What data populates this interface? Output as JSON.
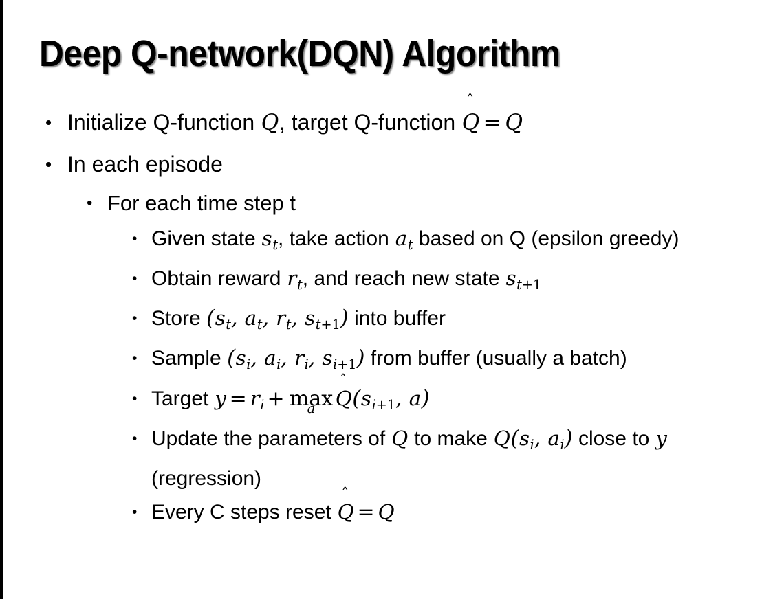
{
  "slide": {
    "title": "Deep Q-network(DQN) Algorithm",
    "background_color": "#ffffff",
    "text_color": "#000000",
    "left_edge_bar_color": "#000000"
  },
  "bullets": {
    "marker": "•",
    "level1": [
      {
        "id": "initialize",
        "parts": [
          {
            "t": "text",
            "v": "Initialize Q-function "
          },
          {
            "t": "mi",
            "v": "Q"
          },
          {
            "t": "text",
            "v": ", target Q-function "
          },
          {
            "t": "mi_hat",
            "v": "Q"
          },
          {
            "t": "mo",
            "v": "="
          },
          {
            "t": "mi",
            "v": "Q"
          }
        ],
        "plain": "Initialize Q-function Q, target Q-function Q̂ = Q"
      },
      {
        "id": "in-each-episode",
        "parts": [
          {
            "t": "text",
            "v": "In each episode"
          }
        ],
        "plain": "In each episode"
      }
    ],
    "level2": [
      {
        "id": "for-each-time-step",
        "parts": [
          {
            "t": "text",
            "v": "For each time step t"
          }
        ],
        "plain": "For each time step t"
      }
    ],
    "level3": [
      {
        "id": "given-state",
        "plain": "Given state s_t, take action a_t based on Q (epsilon greedy)"
      },
      {
        "id": "obtain-reward",
        "plain": "Obtain reward r_t, and reach new state s_{t+1}"
      },
      {
        "id": "store-transition",
        "plain": "Store (s_t, a_t, r_t, s_{t+1}) into buffer"
      },
      {
        "id": "sample-batch",
        "plain": "Sample (s_i, a_i, r_i, s_{i+1}) from buffer (usually a batch)"
      },
      {
        "id": "target-y",
        "plain": "Target y = r_i + max_a Q̂(s_{i+1}, a)"
      },
      {
        "id": "update-parameters",
        "plain": "Update the parameters of Q to make Q(s_i, a_i) close to y (regression)"
      },
      {
        "id": "reset-target-network",
        "plain": "Every C steps reset Q̂ = Q"
      }
    ]
  },
  "text_tokens": {
    "given_state": "Given state ",
    "comma_take_action": ", take action ",
    "based_on_q": " based on Q (epsilon greedy)",
    "obtain_reward": "Obtain reward ",
    "and_reach_new_state": ", and reach new state ",
    "store": "Store ",
    "into_buffer": " into buffer",
    "sample": "Sample ",
    "from_buffer": " from buffer (usually a batch)",
    "target": "Target ",
    "update_the_parameters_of": "Update the parameters of ",
    "to_make": " to make ",
    "close_to": " close to ",
    "regression": " (regression)",
    "every_c_steps_reset": "Every C steps reset ",
    "comma": ", ",
    "open_paren": "(",
    "close_paren": ")"
  },
  "math_symbols": {
    "s": "s",
    "a": "a",
    "r": "r",
    "y": "y",
    "Q": "Q",
    "hat": "̂",
    "hat_glyph": "ˆ",
    "equals": "=",
    "plus": "+",
    "max": "max",
    "sub_t": "t",
    "sub_i": "i",
    "sub_t_plus_1": "t+1",
    "sub_i_plus_1": "i+1",
    "sub_plus": "+",
    "sub_one": "1"
  }
}
